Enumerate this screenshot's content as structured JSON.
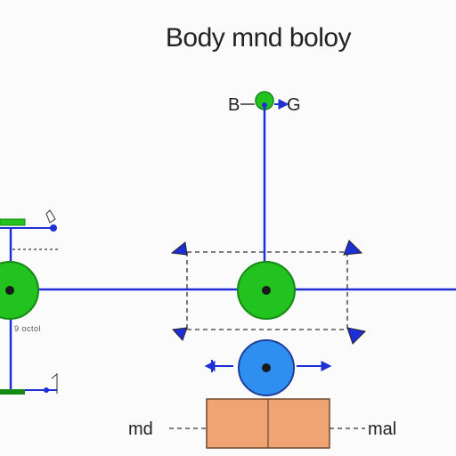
{
  "diagram": {
    "title": "Body mnd boloy",
    "top_label_left": "B",
    "top_label_right": "G",
    "left_caption": "9 octol",
    "bottom_left_label": "md",
    "bottom_right_label": "mal",
    "colors": {
      "axis_blue": "#1f2fd6",
      "green_fill": "#22c21f",
      "green_dark": "#168a15",
      "blue_fill": "#2f8ff0",
      "orange_fill": "#f0a473",
      "orange_stroke": "#6e4a30",
      "dashed_gray": "#333333"
    },
    "icons": [
      "pivot-dot-icon",
      "arrow-right-icon",
      "arrow-left-icon",
      "arrow-down-icon"
    ]
  }
}
